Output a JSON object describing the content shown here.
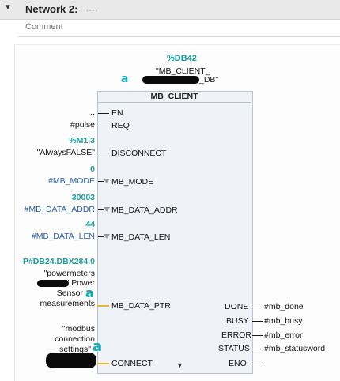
{
  "network": {
    "collapse_glyph": "▼",
    "title": "Network 2:",
    "title_dots": "....",
    "comment_placeholder": "Comment"
  },
  "instance": {
    "db_address": "%DB42",
    "db_name_line1": "\"MB_CLIENT_",
    "db_name_line2": "_DB\""
  },
  "block": {
    "title": "MB_CLIENT",
    "inputs": [
      {
        "pin": "EN",
        "value": "...",
        "style": "plain"
      },
      {
        "pin": "REQ",
        "value": "#pulse",
        "style": "plain"
      },
      {
        "pin": "DISCONNECT",
        "address": "%M1.3",
        "value": "\"AlwaysFALSE\"",
        "style": "plain"
      },
      {
        "pin": "MB_MODE",
        "address": "0",
        "value": "#MB_MODE",
        "style": "blue"
      },
      {
        "pin": "MB_DATA_ADDR",
        "address": "30003",
        "value": "#MB_DATA_ADDR",
        "style": "blue"
      },
      {
        "pin": "MB_DATA_LEN",
        "address": "44",
        "value": "#MB_DATA_LEN",
        "style": "blue"
      },
      {
        "pin": "MB_DATA_PTR",
        "address": "P#DB24.DBX284.0",
        "value_lines": [
          "\"powermeters",
          "\".Power",
          "Sensor",
          "measurements"
        ],
        "style": "plain"
      },
      {
        "pin": "CONNECT",
        "value_lines": [
          "\"modbus",
          "connection",
          "settings\""
        ],
        "style": "plain"
      }
    ],
    "outputs": [
      {
        "pin": "DONE",
        "value": "#mb_done"
      },
      {
        "pin": "BUSY",
        "value": "#mb_busy"
      },
      {
        "pin": "ERROR",
        "value": "#mb_error"
      },
      {
        "pin": "STATUS",
        "value": "#mb_statusword"
      },
      {
        "pin": "ENO",
        "value": ""
      }
    ],
    "expand_glyph": "▼"
  },
  "annotations": {
    "marker": "a"
  },
  "colors": {
    "teal": "#1f9b9b",
    "blue": "#2d5f9e",
    "wire_highlight": "#e8b33a",
    "block_bg": "#eff2f7"
  }
}
